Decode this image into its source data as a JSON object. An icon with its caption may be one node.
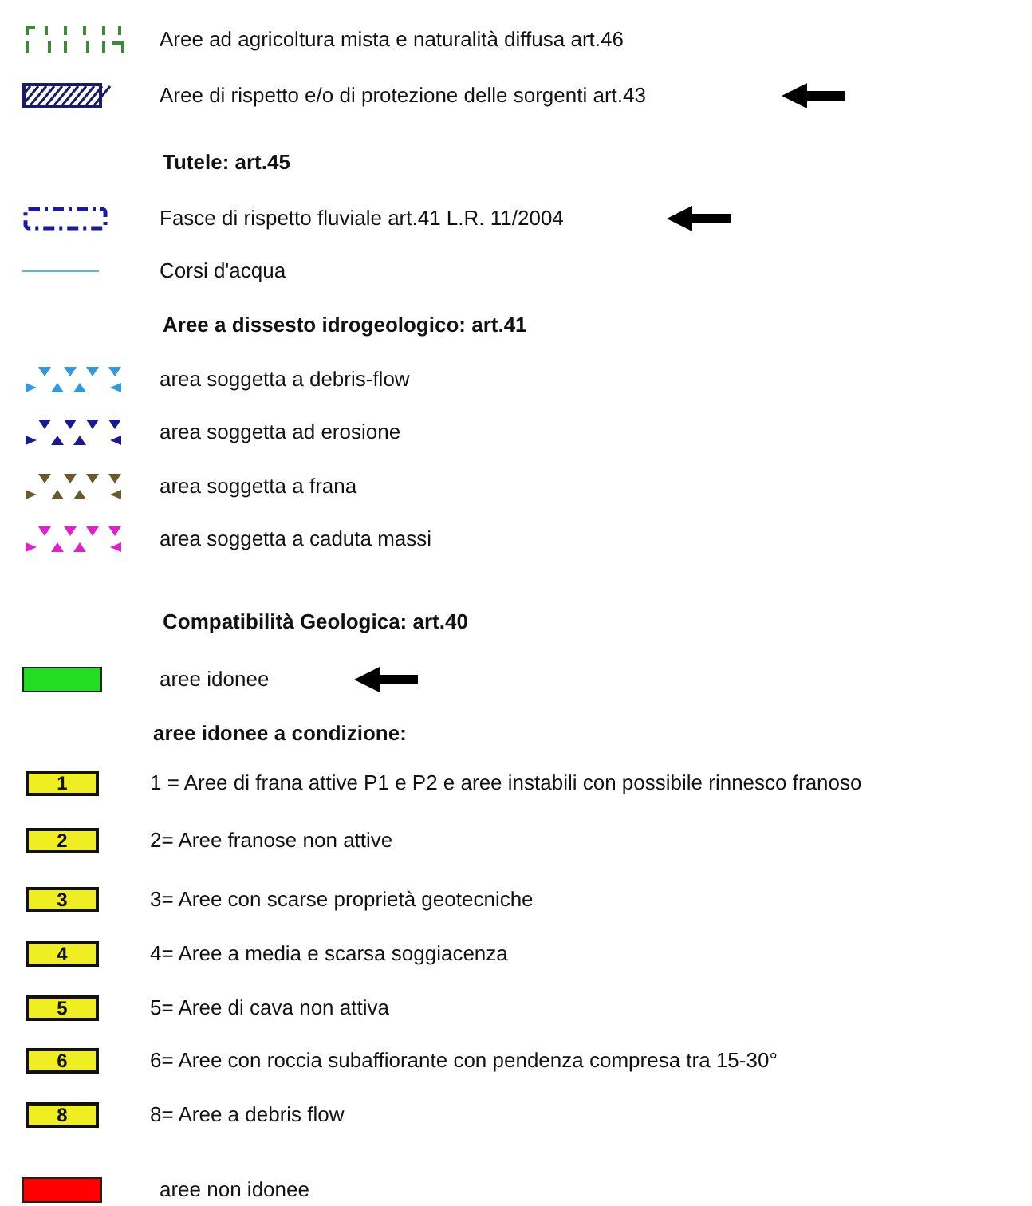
{
  "diagram": {
    "nodes": [
      {
        "text": [
          "1"
        ],
        "beside": [
          "1 = Aree di frana attive P1 e P2 e aree instabili con possibile rinnesco franoso"
        ]
      },
      {
        "text": [
          "2"
        ],
        "beside": [
          "2= Aree franose non attive"
        ]
      },
      {
        "text": [
          "3"
        ],
        "beside": [
          "3= Aree con scarse proprietà geotecniche"
        ]
      },
      {
        "text": [
          "4"
        ],
        "beside": [
          "4= Aree a media e scarsa soggiacenza"
        ]
      },
      {
        "text": [
          "5"
        ],
        "beside": [
          "5= Aree di cava non attiva"
        ]
      },
      {
        "text": [
          "6"
        ],
        "beside": [
          "6= Aree con roccia subaffiorante con pendenza compresa tra 15-30°"
        ]
      },
      {
        "text": [
          "8"
        ],
        "beside": [
          "8= Aree a debris flow"
        ]
      }
    ],
    "labels": [
      "Tutele: art.45",
      "Aree a dissesto idrogeologico: art.41",
      "Compatibilità Geologica: art.40",
      "aree idonee a condizione:"
    ],
    "legend": [
      {
        "text": "Aree ad agricoltura mista e naturalità diffusa art.46"
      },
      {
        "text": "Aree di rispetto e/o di protezione delle sorgenti art.43"
      },
      {
        "text": "Fasce di rispetto fluviale art.41 L.R. 11/2004"
      },
      {
        "text": "Corsi d'acqua"
      },
      {
        "text": "area soggetta a debris-flow"
      },
      {
        "text": "area soggetta ad erosione"
      },
      {
        "text": "area soggetta a frana"
      },
      {
        "text": "area soggetta a caduta massi"
      },
      {
        "text": "aree idonee",
        "color": "#22dd22"
      },
      {
        "text": "aree non idonee",
        "color": "#ff0000"
      }
    ]
  }
}
